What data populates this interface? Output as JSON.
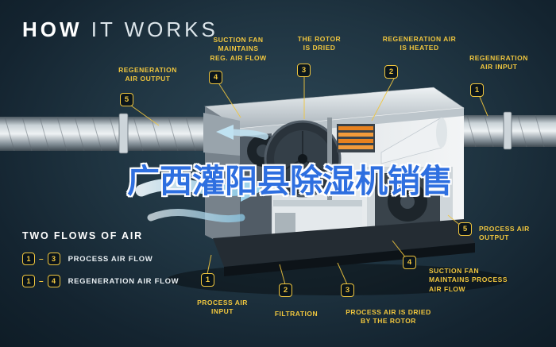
{
  "title": {
    "word1": "HOW",
    "word2": " IT WORKS"
  },
  "watermark": {
    "text": "广西灌阳县除湿机销售"
  },
  "callouts": {
    "reg_air_output": {
      "num": "5",
      "label": "REGENERATION\nAIR OUTPUT"
    },
    "suction_fan_reg": {
      "num": "4",
      "label": "SUCTION FAN\nMAINTAINS\nREG. AIR FLOW"
    },
    "rotor_dried": {
      "num": "3",
      "label": "THE ROTOR\nIS DRIED"
    },
    "reg_air_heated": {
      "num": "2",
      "label": "REGENERATION AIR\nIS HEATED"
    },
    "reg_air_input": {
      "num": "1",
      "label": "REGENERATION\nAIR INPUT"
    },
    "process_air_output": {
      "num": "5",
      "label": "PROCESS AIR\nOUTPUT"
    },
    "suction_fan_process": {
      "num": "4",
      "label": "SUCTION FAN\nMAINTAINS PROCESS\nAIR FLOW"
    },
    "process_air_dried": {
      "num": "3",
      "label": "PROCESS AIR IS DRIED\nBY THE ROTOR"
    },
    "filtration": {
      "num": "2",
      "label": "FILTRATION"
    },
    "process_air_input": {
      "num": "1",
      "label": "PROCESS AIR\nINPUT"
    }
  },
  "legend": {
    "title": "TWO FLOWS OF AIR",
    "rows": [
      {
        "from": "1",
        "dash": "–",
        "to": "3",
        "label": "PROCESS AIR FLOW"
      },
      {
        "from": "1",
        "dash": "–",
        "to": "4",
        "label": "REGENERATION AIR FLOW"
      }
    ]
  },
  "colors": {
    "accent_yellow": "#f0c63e",
    "watermark_blue": "#2e6fe0",
    "background": "#1f3441",
    "heater_orange": "#e8821f",
    "airflow_blue": "#9ed3ec"
  }
}
